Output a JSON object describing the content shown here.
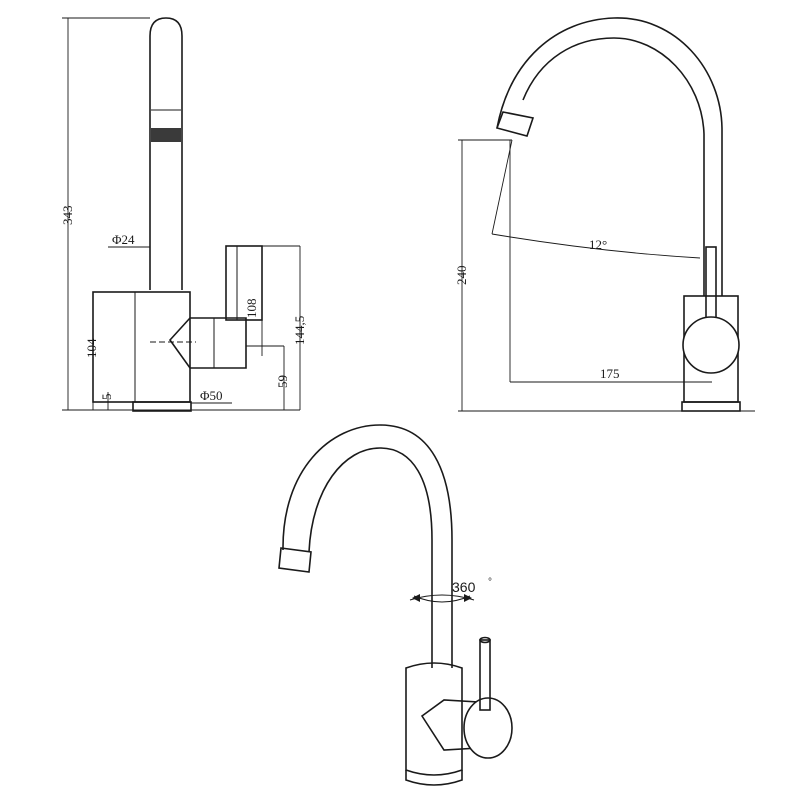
{
  "views": {
    "side": {
      "dims": {
        "height_343": "343",
        "spout_dia": "Φ24",
        "handle_108": "108",
        "height_144": "144,5",
        "body_104": "104",
        "handle_59": "59",
        "base_5": "5",
        "base_dia": "Φ50"
      }
    },
    "front": {
      "dims": {
        "height_240": "240",
        "angle_12": "12°",
        "reach_175": "175"
      }
    },
    "iso": {
      "dims": {
        "rotation": "360",
        "rotation_deg": "°"
      }
    }
  },
  "colors": {
    "line": "#1a1a1a",
    "background": "#ffffff"
  }
}
